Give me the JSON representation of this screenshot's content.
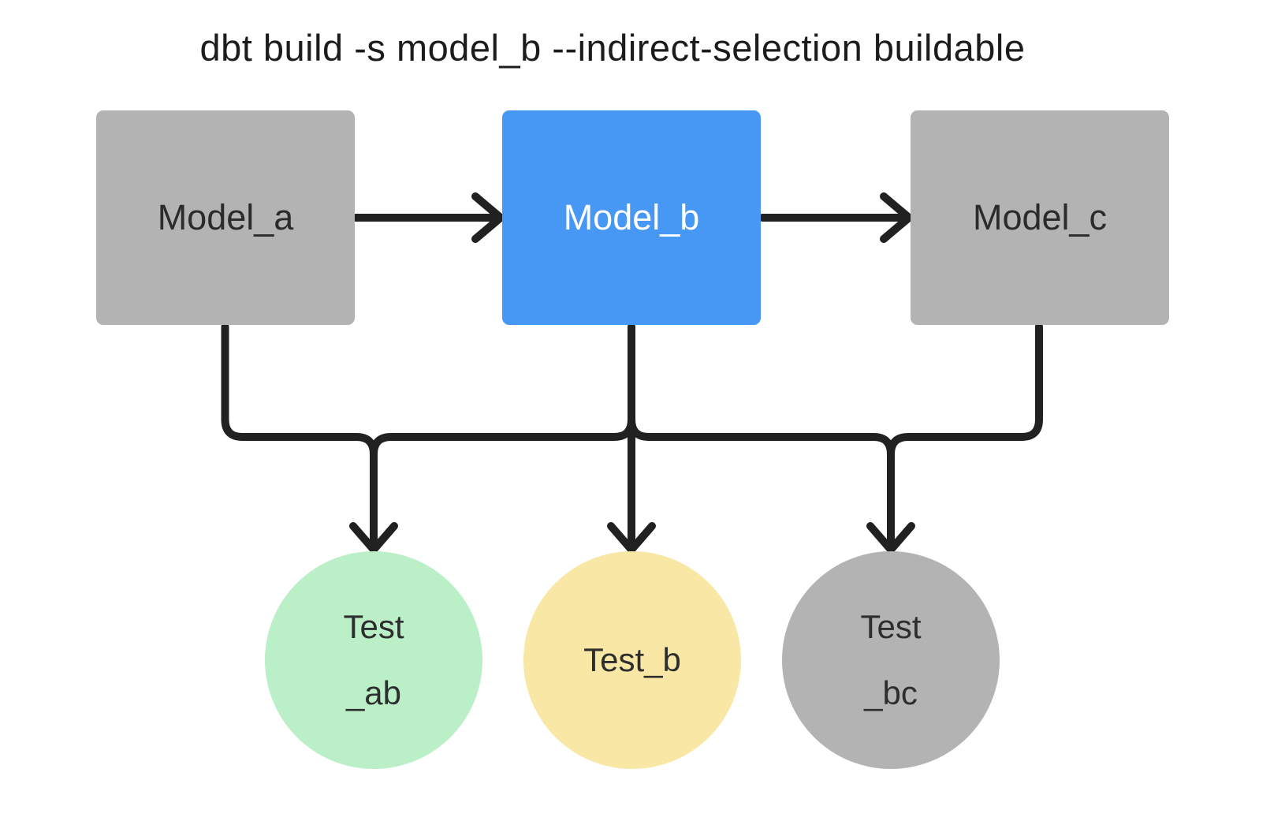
{
  "title": "dbt build -s model_b --indirect-selection buildable",
  "colors": {
    "selected_model": "#4797F5",
    "unselected_model": "#B3B3B3",
    "test_green": "#BBEFC7",
    "test_yellow": "#F9E7A6",
    "edge": "#212121",
    "background": "#FFFFFF",
    "title_text": "#1C1C1E",
    "dark_node_text": "#2B2B2B",
    "selected_node_text": "#FFFFFF"
  },
  "models": [
    {
      "id": "model_a",
      "label": "Model_a",
      "color": "#B3B3B3",
      "text_color": "#2B2B2B"
    },
    {
      "id": "model_b",
      "label": "Model_b",
      "color": "#4797F5",
      "text_color": "#FFFFFF"
    },
    {
      "id": "model_c",
      "label": "Model_c",
      "color": "#B3B3B3",
      "text_color": "#2B2B2B"
    }
  ],
  "tests": [
    {
      "id": "test_ab",
      "lines": [
        "Test",
        "_ab"
      ],
      "color": "#BBEFC7"
    },
    {
      "id": "test_b",
      "lines": [
        "Test_b"
      ],
      "color": "#F9E7A6"
    },
    {
      "id": "test_bc",
      "lines": [
        "Test",
        "_bc"
      ],
      "color": "#B3B3B3"
    }
  ]
}
